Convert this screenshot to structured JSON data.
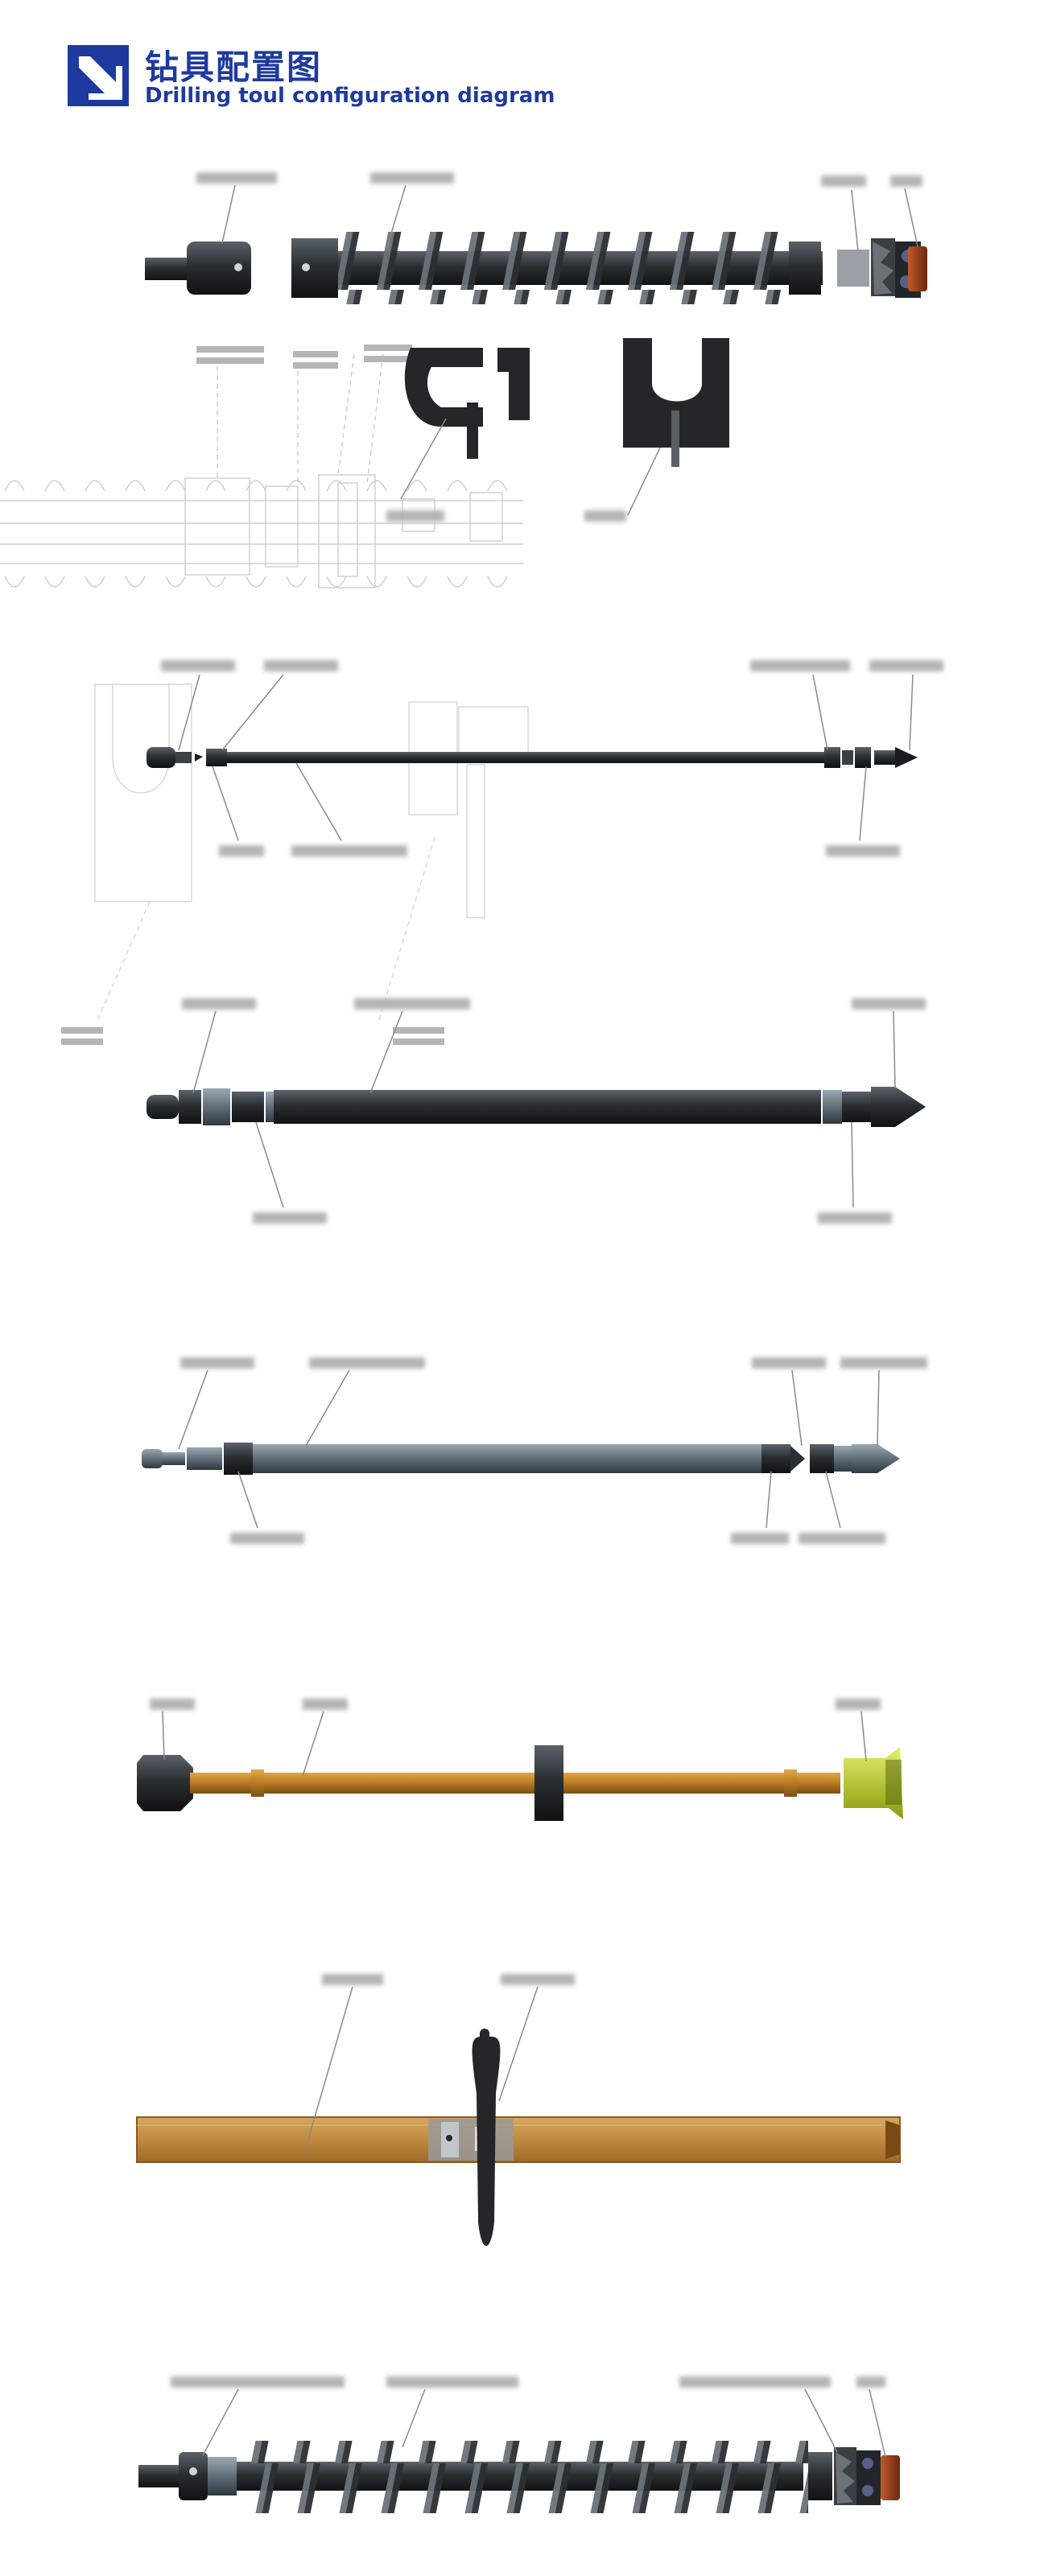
{
  "header": {
    "title_cn": "钻具配置图",
    "title_en": "Drilling toul configuration diagram",
    "logo_icon": "arrow-down-right-icon",
    "brand_color": "#1f3a9e"
  },
  "assemblies": [
    {
      "name": "helical-auger-assembly"
    },
    {
      "name": "fork-wrench-tools"
    },
    {
      "name": "thin-rod-assembly"
    },
    {
      "name": "black-rod-assembly"
    },
    {
      "name": "grey-core-barrel-assembly"
    },
    {
      "name": "brass-rod-assembly"
    },
    {
      "name": "wooden-beam-lever"
    },
    {
      "name": "helical-auger-assembly-2"
    }
  ]
}
